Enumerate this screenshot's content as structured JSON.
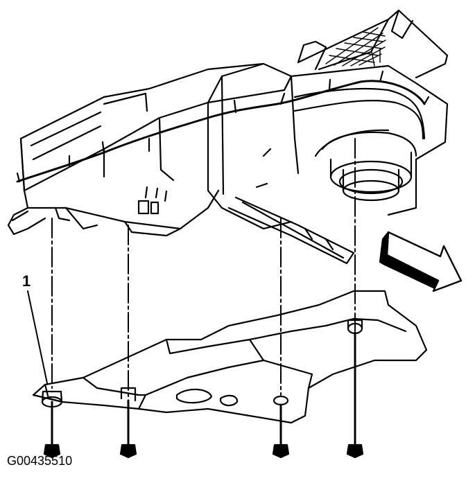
{
  "figure": {
    "id_label": "G00435510",
    "callouts": [
      {
        "number": "1",
        "target": "underbody-shield"
      }
    ],
    "components": [
      "hvac-module-housing",
      "blower-motor-housing",
      "air-inlet-grille",
      "wiring-harness",
      "underbody-shield",
      "mounting-bolts",
      "direction-arrow"
    ],
    "bolt_count": 4,
    "colors": {
      "line": "#000000",
      "background": "#ffffff"
    }
  }
}
